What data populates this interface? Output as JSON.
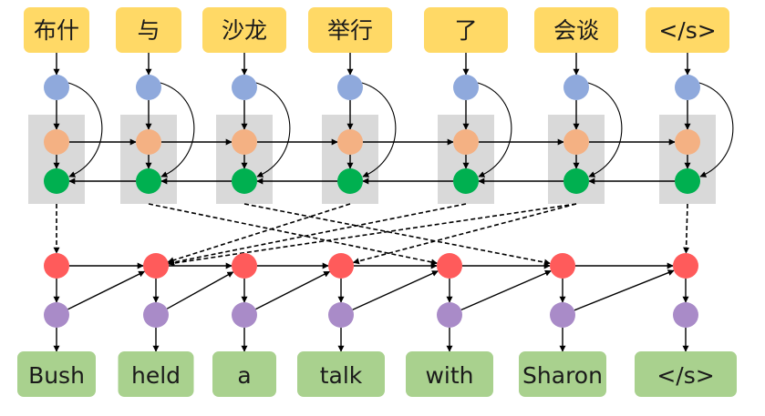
{
  "source_tokens": [
    {
      "text": "布什"
    },
    {
      "text": "与"
    },
    {
      "text": "沙龙"
    },
    {
      "text": "举行"
    },
    {
      "text": "了"
    },
    {
      "text": "会谈"
    },
    {
      "text": "</s>"
    }
  ],
  "target_tokens": [
    {
      "text": "Bush"
    },
    {
      "text": "held"
    },
    {
      "text": "a"
    },
    {
      "text": "talk"
    },
    {
      "text": "with"
    },
    {
      "text": "Sharon"
    },
    {
      "text": "</s>"
    }
  ],
  "attention_links": [
    {
      "source": 0,
      "target": 0
    },
    {
      "source": 1,
      "target": 4
    },
    {
      "source": 2,
      "target": 5
    },
    {
      "source": 3,
      "target": 1
    },
    {
      "source": 4,
      "target": 1
    },
    {
      "source": 5,
      "target": 1
    },
    {
      "source": 5,
      "target": 3
    },
    {
      "source": 6,
      "target": 6
    }
  ],
  "colors": {
    "source_box": "#ffd966",
    "target_box": "#a9d18e",
    "encoder_panel": "#d9d9d9",
    "embedding_node": "#8fa9dc",
    "forward_state": "#f4b183",
    "backward_state": "#00b050",
    "decoder_state": "#ff5b5b",
    "output_node": "#a98bc8",
    "arrow": "#000000"
  }
}
